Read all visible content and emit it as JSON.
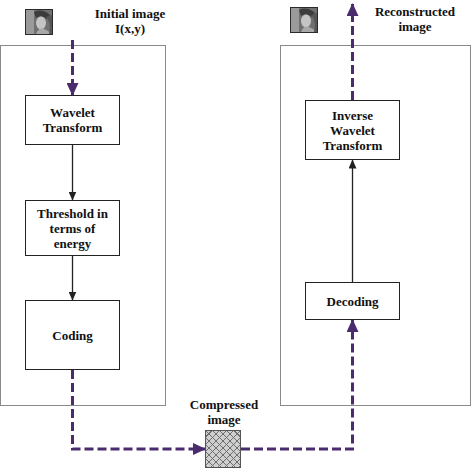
{
  "diagram": {
    "nodes": [
      {
        "text": [
          "Initial image I(x,y)"
        ]
      },
      {
        "text": [
          "Wavelet Transform"
        ]
      },
      {
        "text": [
          "Threshold in terms of energy"
        ]
      },
      {
        "text": [
          "Coding"
        ]
      },
      {
        "text": [
          "Compressed image"
        ]
      },
      {
        "text": [
          "Decoding"
        ]
      },
      {
        "text": [
          "Inverse Wavelet Transform"
        ]
      },
      {
        "text": [
          "Reconstructed image"
        ]
      }
    ],
    "edges": [
      {
        "from": 0,
        "to": 1,
        "arrow": "to"
      },
      {
        "from": 1,
        "to": 2,
        "arrow": "to"
      },
      {
        "from": 2,
        "to": 3,
        "arrow": "to"
      },
      {
        "from": 3,
        "to": 4,
        "arrow": "to"
      },
      {
        "from": 4,
        "to": 5,
        "arrow": "to"
      },
      {
        "from": 5,
        "to": 6,
        "arrow": "to"
      },
      {
        "from": 6,
        "to": 7,
        "arrow": "to"
      }
    ]
  }
}
